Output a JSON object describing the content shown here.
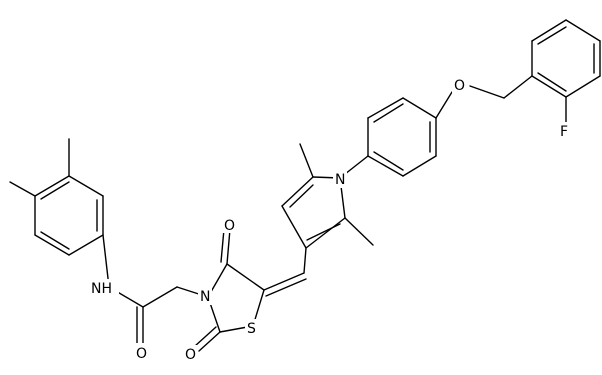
{
  "molecule": {
    "atom_labels": {
      "nh": "NH",
      "amide_o": "O",
      "ring_o_top": "O",
      "ring_o_bottom": "O",
      "ring_n": "N",
      "ring_s": "S",
      "pyrrole_n": "N",
      "ether_o": "O",
      "fluorine": "F"
    }
  }
}
